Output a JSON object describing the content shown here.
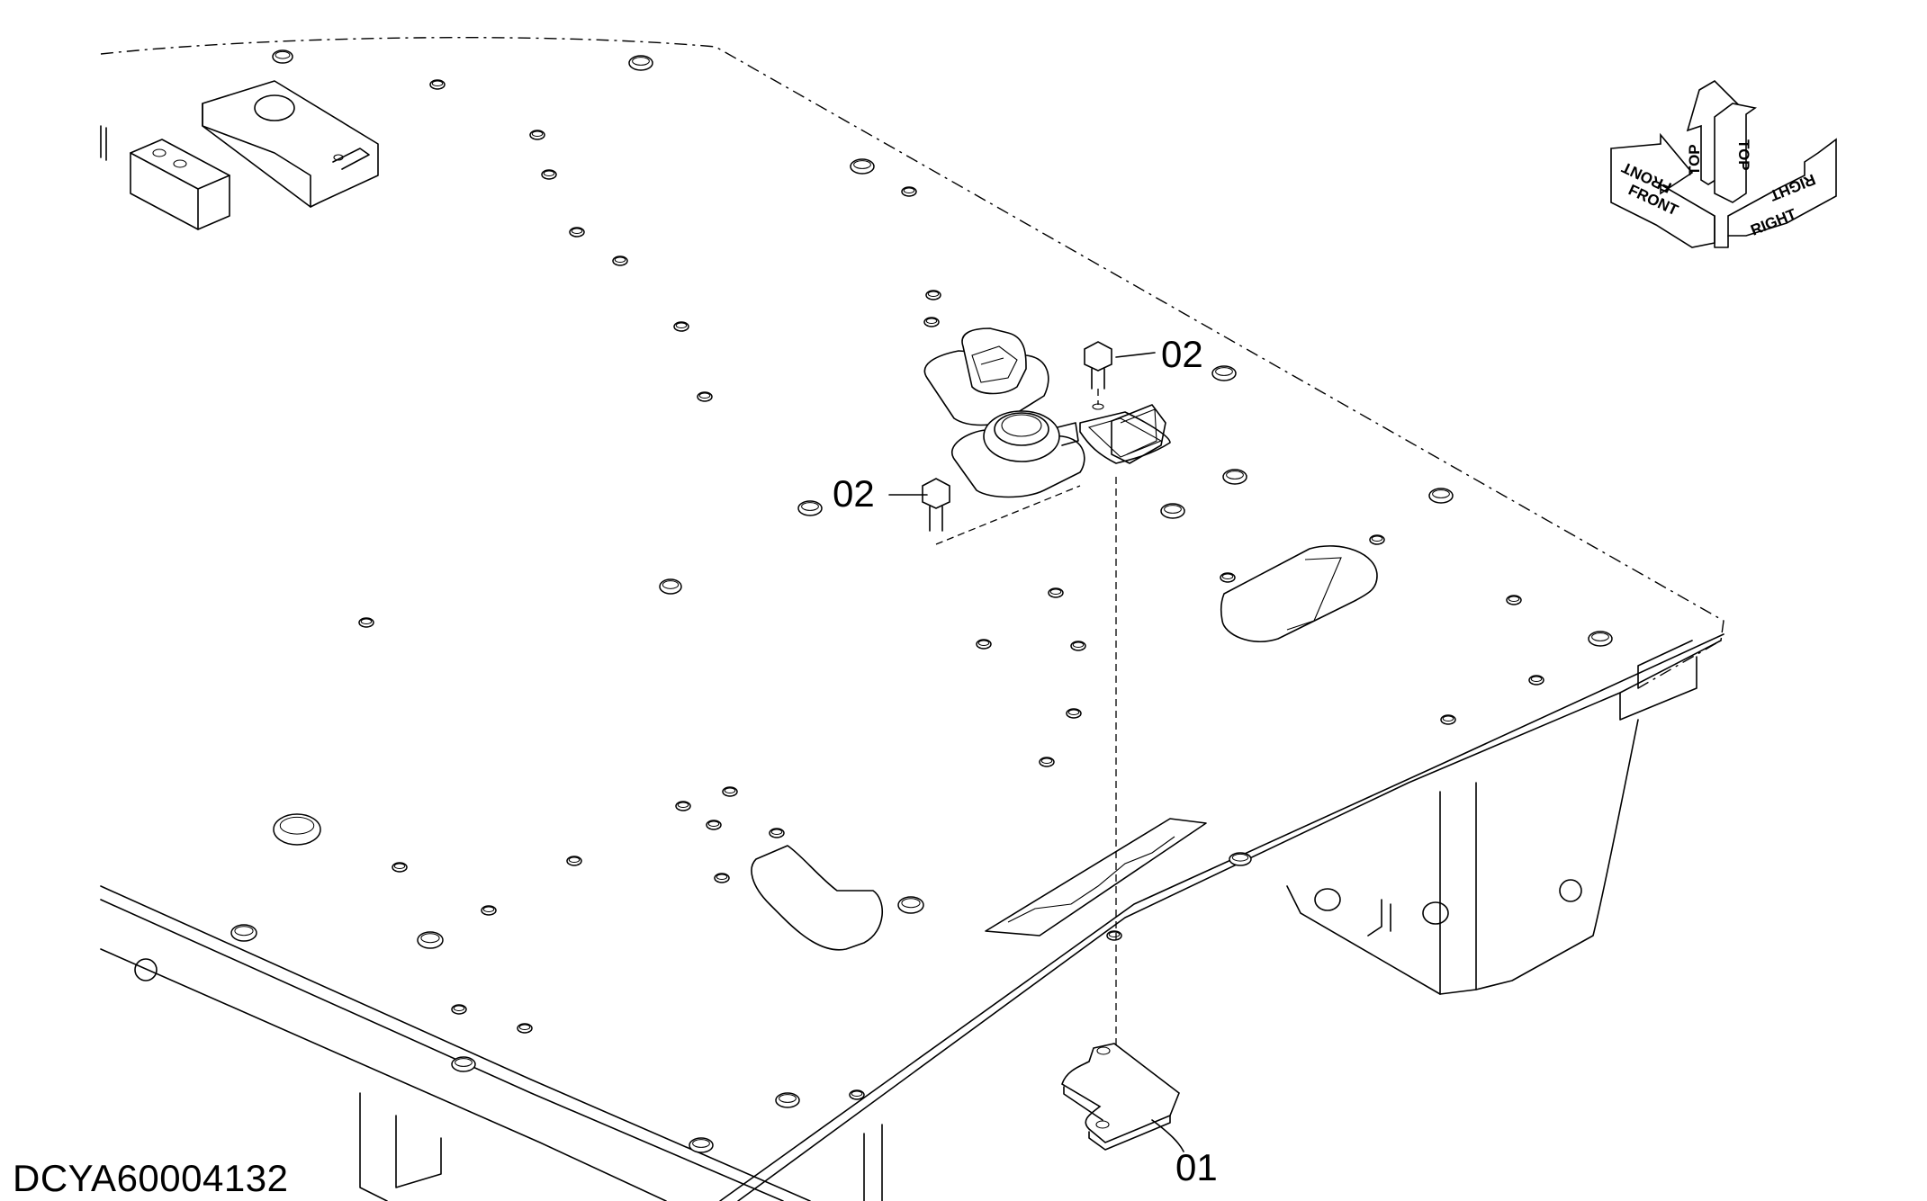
{
  "drawing_code": "DCYA60004132",
  "callouts": {
    "part_01": "01",
    "part_02_upper": "02",
    "part_02_lower": "02"
  },
  "orientation_indicator": {
    "front_label": "FRONT",
    "front_label_mirror": "FRONT",
    "top_label": "TOP",
    "top_label_mirror": "TOP",
    "right_label": "RIGHT",
    "right_label_mirror": "RIGHT"
  }
}
